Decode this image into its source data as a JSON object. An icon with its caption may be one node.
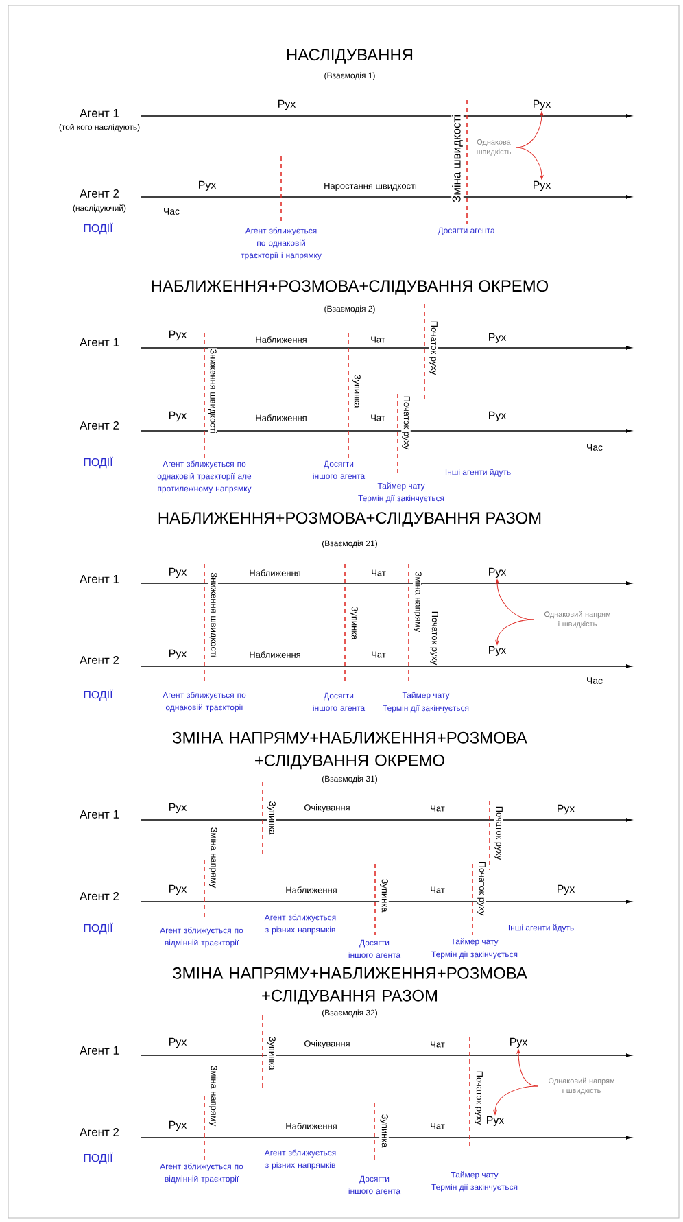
{
  "diagram": {
    "nodes": [
      {
        "text": [
          "Рух"
        ]
      },
      {
        "text": [
          "Однакова швидкість"
        ]
      },
      {
        "text": [
          "Рух"
        ]
      },
      {
        "text": [
          "Рух"
        ]
      },
      {
        "text": [
          "Однаковий напрям і швидкість"
        ]
      },
      {
        "text": [
          "Рух"
        ]
      },
      {
        "text": [
          "Рух"
        ]
      },
      {
        "text": [
          "Однаковий напрям і швидкість"
        ]
      },
      {
        "text": [
          "Рух"
        ]
      }
    ],
    "edges": [
      {
        "from": 1,
        "to": 0,
        "arrow": "to"
      },
      {
        "from": 1,
        "to": 2,
        "arrow": "to"
      },
      {
        "from": 4,
        "to": 3,
        "arrow": "to"
      },
      {
        "from": 4,
        "to": 5,
        "arrow": "to"
      },
      {
        "from": 7,
        "to": 6,
        "arrow": "to"
      },
      {
        "from": 7,
        "to": 8,
        "arrow": "to"
      }
    ],
    "labels": [
      "НАСЛІДУВАННЯ",
      "(Взаємодія 1)",
      "Агент 1",
      "(той кого наслідують)",
      "Рух",
      "Зміна швидкості",
      "Агент 2",
      "(наслідуючий)",
      "Рух",
      "Наростання швидкості",
      "Час",
      "ПОДІЇ",
      "Агент зближується по однаковій траєкторії і напрямку",
      "Досягти агента",
      "НАБЛИЖЕННЯ+РОЗМОВА+СЛІДУВАННЯ ОКРЕМО",
      "(Взаємодія 2)",
      "Агент 1",
      "Рух",
      "Зниження швидкості",
      "Наближення",
      "Чат",
      "Зупинка",
      "Початок руху",
      "Рух",
      "Агент 2",
      "Рух",
      "Наближення",
      "Чат",
      "Початок руху",
      "Рух",
      "Час",
      "ПОДІЇ",
      "Агент зближується по однаковій траєкторії але протилежному напрямку",
      "Досягти іншого агента",
      "Таймер чату",
      "Термін дії закінчується",
      "Інші агенти йдуть",
      "НАБЛИЖЕННЯ+РОЗМОВА+СЛІДУВАННЯ РАЗОМ",
      "(Взаємодія 21)",
      "Агент 1",
      "Рух",
      "Зниження швидкості",
      "Наближення",
      "Зупинка",
      "Чат",
      "Зміна напряму",
      "Початок руху",
      "Агент 2",
      "Рух",
      "Наближення",
      "Чат",
      "Час",
      "ПОДІЇ",
      "Агент зближується по однаковій траєкторії",
      "Досягти іншого агента",
      "Таймер чату",
      "Термін дії закінчується",
      "ЗМІНА НАПРЯМУ+НАБЛИЖЕННЯ+РОЗМОВА +СЛІДУВАННЯ ОКРЕМО",
      "(Взаємодія 31)",
      "Агент 1",
      "Рух",
      "Зупинка",
      "Очікування",
      "Чат",
      "Початок руху",
      "Рух",
      "Зміна напряму",
      "Агент 2",
      "Рух",
      "Наближення",
      "Зупинка",
      "Чат",
      "Початок руху",
      "Рух",
      "ПОДІЇ",
      "Агент зближується з різних напрямків",
      "Агент зближується по відмінній траєкторії",
      "Досягти іншого агента",
      "Таймер чату",
      "Термін дії закінчується",
      "Інші агенти йдуть",
      "ЗМІНА НАПРЯМУ+НАБЛИЖЕННЯ+РОЗМОВА +СЛІДУВАННЯ РАЗОМ",
      "(Взаємодія 32)",
      "Агент 1",
      "Рух",
      "Зупинка",
      "Очікування",
      "Чат",
      "Зміна напряму",
      "Початок руху",
      "Агент 2",
      "Рух",
      "Наближення",
      "Зупинка",
      "Чат",
      "ПОДІЇ",
      "Агент зближується з різних напрямків",
      "Агент зближується по відмінній траєкторії",
      "Досягти іншого агента",
      "Таймер чату",
      "Термін дії закінчується"
    ]
  }
}
